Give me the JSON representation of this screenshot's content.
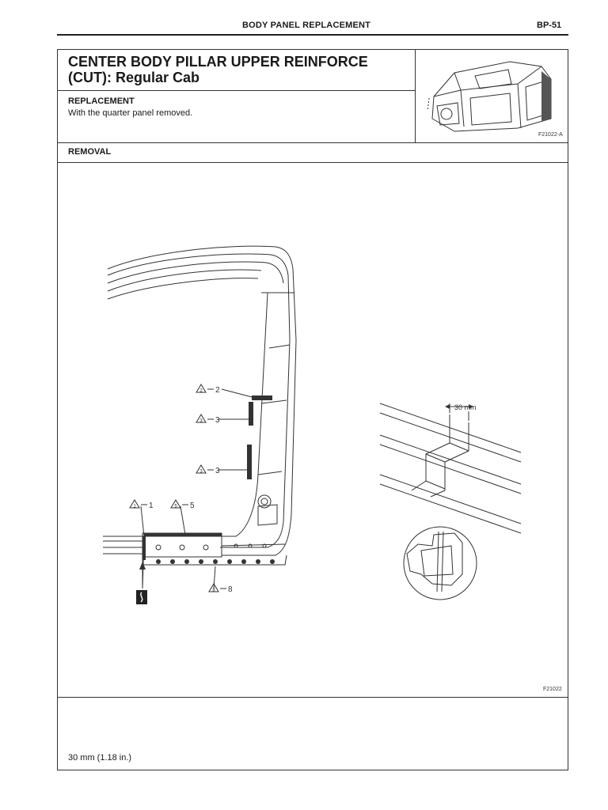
{
  "header": {
    "section_title": "BODY PANEL REPLACEMENT",
    "page_number": "BP-51"
  },
  "title": {
    "line1": "CENTER BODY PILLAR UPPER REINFORCE",
    "line2": "(CUT): Regular Cab"
  },
  "replacement": {
    "heading": "REPLACEMENT",
    "text": "With the quarter panel removed."
  },
  "thumbnail": {
    "figure_code": "F21022-A"
  },
  "removal": {
    "heading": "REMOVAL",
    "figure_code": "F21022"
  },
  "callouts": [
    {
      "symbol": "2",
      "label": "2"
    },
    {
      "symbol": "3",
      "label": "3"
    },
    {
      "symbol": "3",
      "label": "3"
    },
    {
      "symbol": "1",
      "label": "1"
    },
    {
      "symbol": "5",
      "label": "5"
    },
    {
      "symbol": "8",
      "label": "8"
    }
  ],
  "detail": {
    "dimension_label": "30 mm"
  },
  "footer_note": "30 mm (1.18 in.)"
}
